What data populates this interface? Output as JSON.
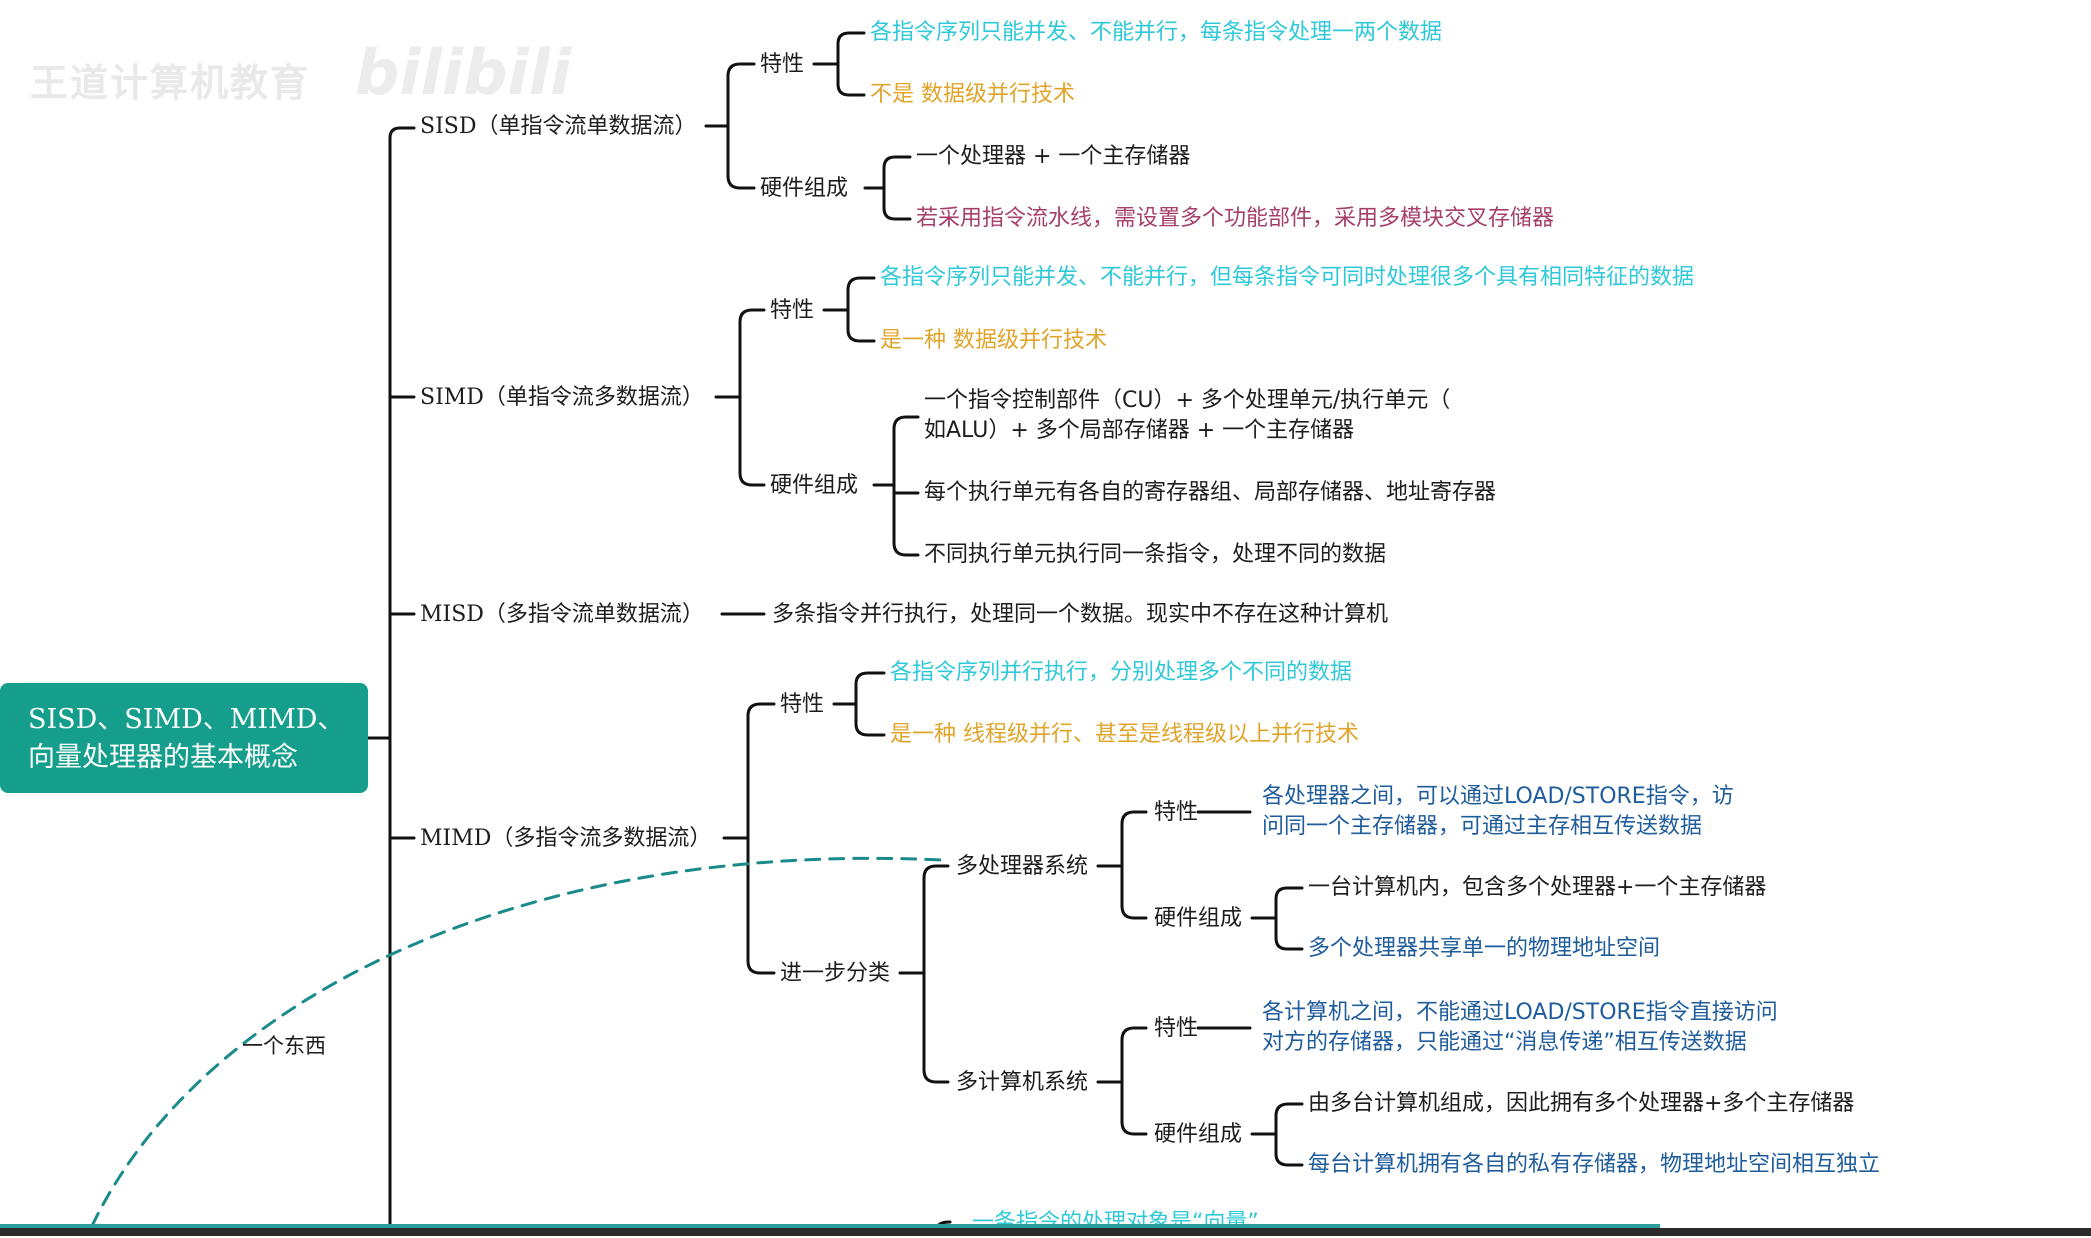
{
  "watermark": {
    "text": "王道计算机教育",
    "brand": "bilibili"
  },
  "root": {
    "line1": "SISD、SIMD、MIMD、",
    "line2": "向量处理器的基本概念"
  },
  "sisd": {
    "label": "SISD（单指令流单数据流）",
    "feature_label": "特性",
    "feature_1": "各指令序列只能并发、不能并行，每条指令处理一两个数据",
    "feature_2": "不是 数据级并行技术",
    "hw_label": "硬件组成",
    "hw_1": "一个处理器 + 一个主存储器",
    "hw_2": "若采用指令流水线，需设置多个功能部件，采用多模块交叉存储器"
  },
  "simd": {
    "label": "SIMD（单指令流多数据流）",
    "feature_label": "特性",
    "feature_1": "各指令序列只能并发、不能并行，但每条指令可同时处理很多个具有相同特征的数据",
    "feature_2": "是一种 数据级并行技术",
    "hw_label": "硬件组成",
    "hw_1_line1": "一个指令控制部件（CU）+ 多个处理单元/执行单元（",
    "hw_1_line2": "如ALU）+ 多个局部存储器 + 一个主存储器",
    "hw_2": "每个执行单元有各自的寄存器组、局部存储器、地址寄存器",
    "hw_3": "不同执行单元执行同一条指令，处理不同的数据"
  },
  "misd": {
    "label": "MISD（多指令流单数据流）",
    "desc": "多条指令并行执行，处理同一个数据。现实中不存在这种计算机"
  },
  "mimd": {
    "label": "MIMD（多指令流多数据流）",
    "feature_label": "特性",
    "feature_1": "各指令序列并行执行，分别处理多个不同的数据",
    "feature_2": "是一种 线程级并行、甚至是线程级以上并行技术",
    "further_label": "进一步分类",
    "multiprocessor": {
      "label": "多处理器系统",
      "feature_label": "特性",
      "feature_line1": "各处理器之间，可以通过LOAD/STORE指令，访",
      "feature_line2": "问同一个主存储器，可通过主存相互传送数据",
      "hw_label": "硬件组成",
      "hw_1": "一台计算机内，包含多个处理器+一个主存储器",
      "hw_2": "多个处理器共享单一的物理地址空间"
    },
    "multicomputer": {
      "label": "多计算机系统",
      "feature_label": "特性",
      "feature_line1": "各计算机之间，不能通过LOAD/STORE指令直接访问",
      "feature_line2": "对方的存储器，只能通过“消息传递”相互传送数据",
      "hw_label": "硬件组成",
      "hw_1": "由多台计算机组成，因此拥有多个处理器+多个主存储器",
      "hw_2": "每台计算机拥有各自的私有存储器，物理地址空间相互独立"
    }
  },
  "vector_partial": "一条指令的处理对象是“向量”",
  "annotation": "一个东西",
  "colors": {
    "root_bg": "#159e8c",
    "cyan": "#2ec8d8",
    "gold": "#e0a42a",
    "magenta": "#a63f6b",
    "blue": "#1f5c9c",
    "dashed": "#1a8a8a"
  }
}
